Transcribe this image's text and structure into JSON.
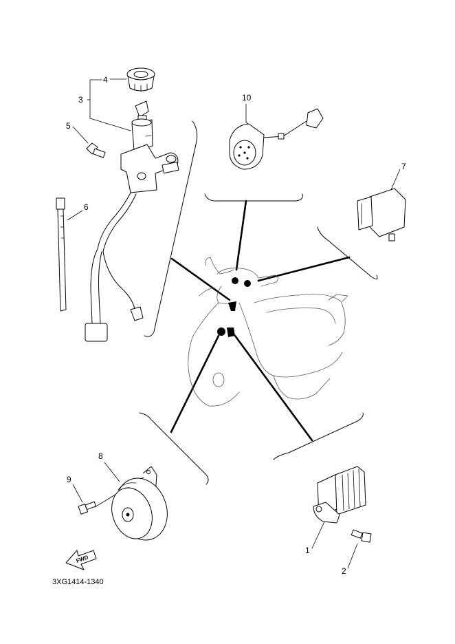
{
  "diagram_code": "3XG1414-1340",
  "fwd_label": "FWD",
  "callouts": [
    {
      "id": "callout-1",
      "text": "1"
    },
    {
      "id": "callout-2",
      "text": "2"
    },
    {
      "id": "callout-3",
      "text": "3"
    },
    {
      "id": "callout-4",
      "text": "4"
    },
    {
      "id": "callout-5",
      "text": "5"
    },
    {
      "id": "callout-6",
      "text": "6"
    },
    {
      "id": "callout-7",
      "text": "7"
    },
    {
      "id": "callout-8",
      "text": "8"
    },
    {
      "id": "callout-9",
      "text": "9"
    },
    {
      "id": "callout-10",
      "text": "10"
    }
  ],
  "parts": [
    {
      "name": "main-switch-assembly",
      "callout": "3"
    },
    {
      "name": "switch-cap",
      "callout": "4"
    },
    {
      "name": "switch-bolt",
      "callout": "5"
    },
    {
      "name": "cable-band",
      "callout": "6"
    },
    {
      "name": "relay-unit",
      "callout": "7"
    },
    {
      "name": "horn",
      "callout": "8"
    },
    {
      "name": "horn-bolt",
      "callout": "9"
    },
    {
      "name": "connector-unit",
      "callout": "10"
    },
    {
      "name": "rectifier-regulator",
      "callout": "1"
    },
    {
      "name": "rectifier-bolt",
      "callout": "2"
    }
  ]
}
